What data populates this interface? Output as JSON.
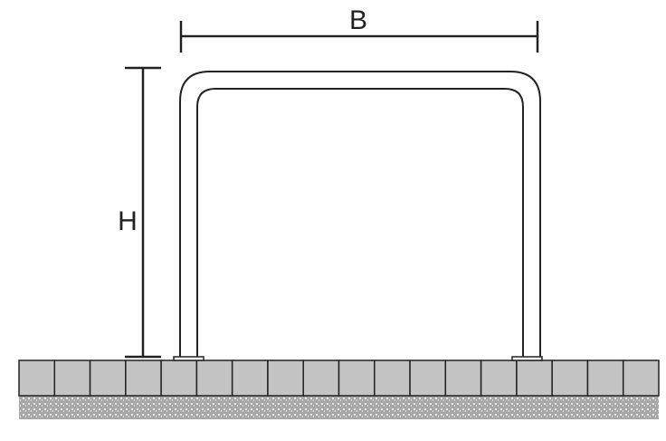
{
  "diagram": {
    "dimension_width_label": "B",
    "dimension_height_label": "H",
    "colors": {
      "line": "#222222",
      "paver": "#c4c4c4",
      "gravel": "#a8a8a8",
      "background": "#ffffff"
    },
    "paver_count": 18
  }
}
